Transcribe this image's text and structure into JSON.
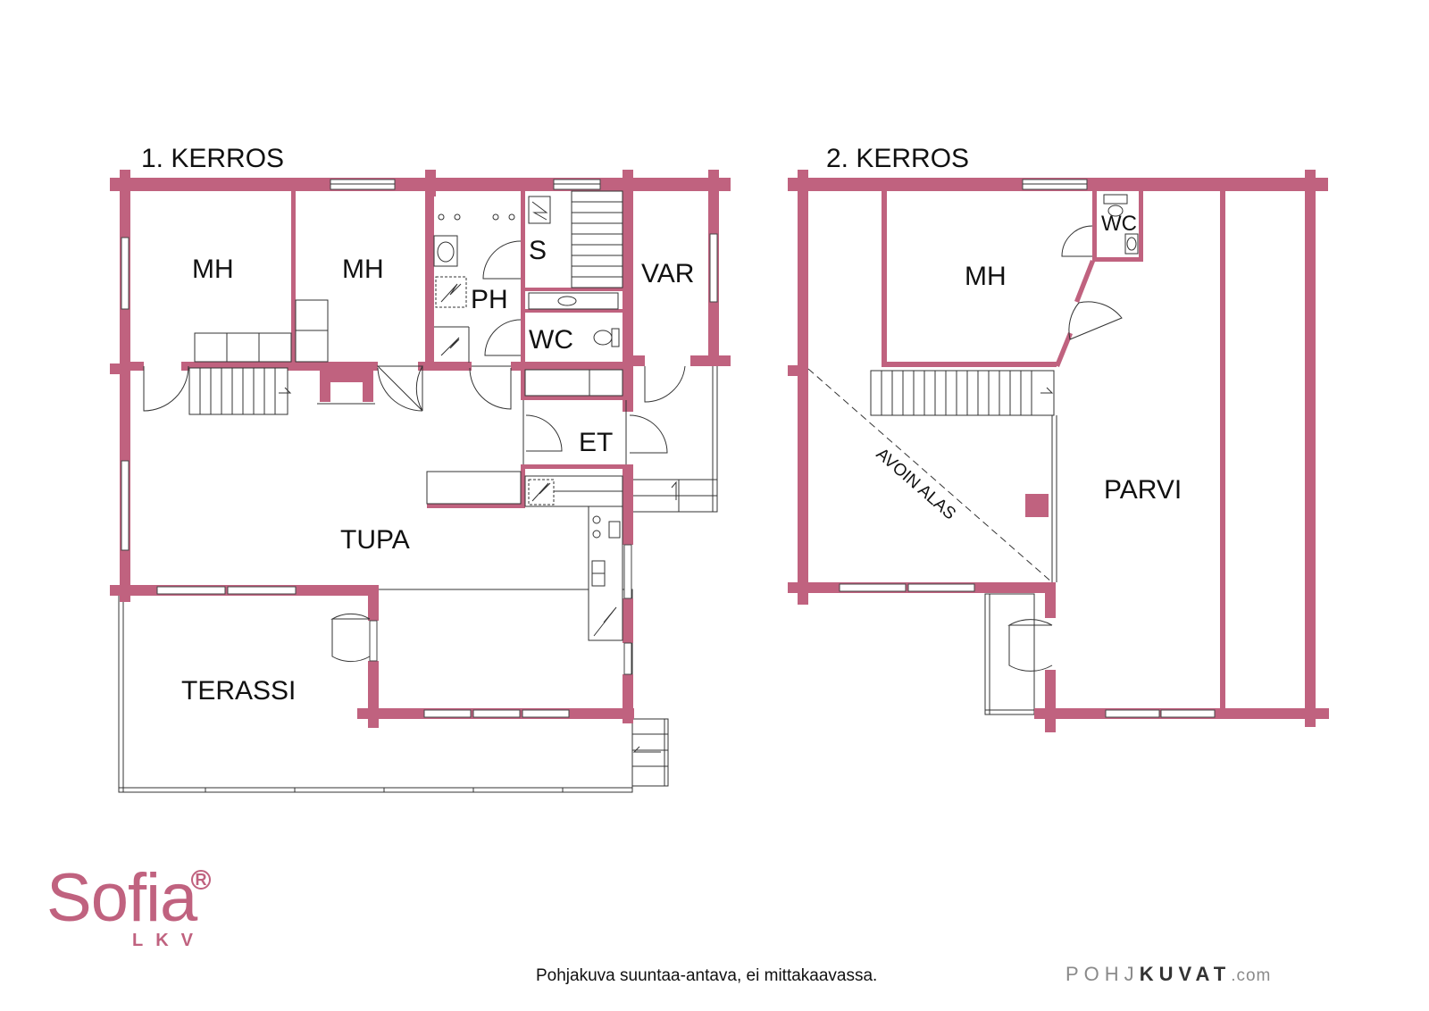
{
  "floors": [
    {
      "title": "1. KERROS",
      "rooms": [
        "MH",
        "MH",
        "PH",
        "S",
        "WC",
        "VAR",
        "ET",
        "TUPA",
        "TERASSI"
      ]
    },
    {
      "title": "2. KERROS",
      "rooms": [
        "MH",
        "WC",
        "PARVI"
      ],
      "note": "AVOIN ALAS"
    }
  ],
  "logo": {
    "name": "Sofia",
    "registered": "R",
    "subtitle": "LKV"
  },
  "disclaimer": "Pohjakuva suuntaa-antava, ei mittakaavassa.",
  "brand": {
    "part1": "POHJ",
    "part2": "KUVAT",
    "part3": ".com"
  },
  "colors": {
    "wall": "#c0627f",
    "line": "#333333"
  }
}
